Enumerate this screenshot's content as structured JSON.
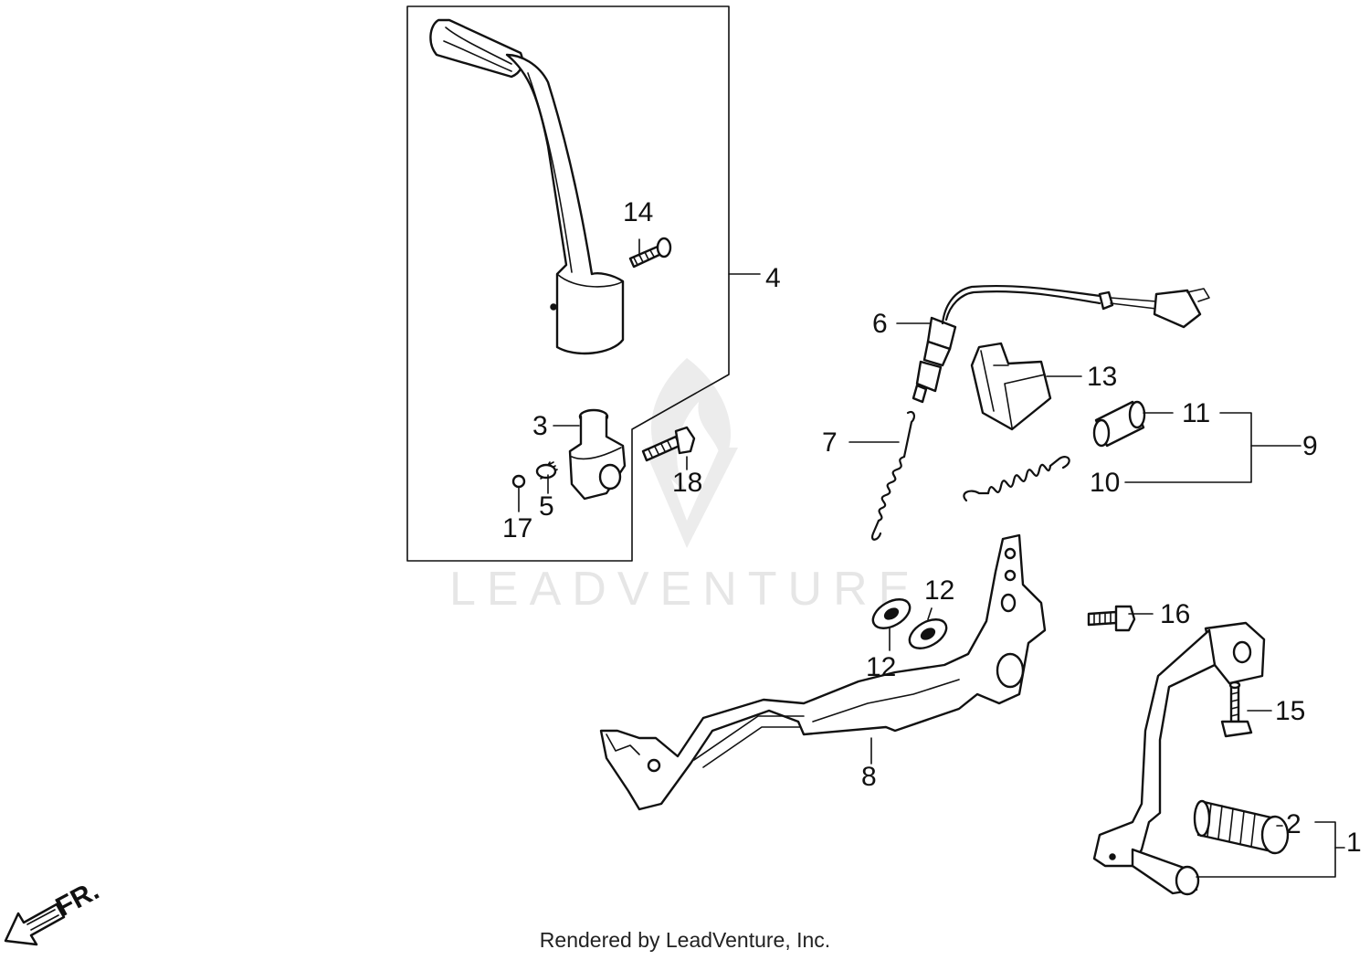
{
  "watermark": {
    "text": "LEADVENTURE"
  },
  "direction_arrow": {
    "label": "FR.",
    "icon": "front-direction-arrow-icon"
  },
  "callouts": {
    "c1": "1",
    "c2": "2",
    "c3": "3",
    "c4": "4",
    "c5": "5",
    "c6": "6",
    "c7": "7",
    "c8": "8",
    "c9": "9",
    "c10": "10",
    "c11": "11",
    "c12a": "12",
    "c12b": "12",
    "c13": "13",
    "c14": "14",
    "c15": "15",
    "c16": "16",
    "c17": "17",
    "c18": "18"
  },
  "footer": {
    "credit": "Rendered by LeadVenture, Inc."
  }
}
